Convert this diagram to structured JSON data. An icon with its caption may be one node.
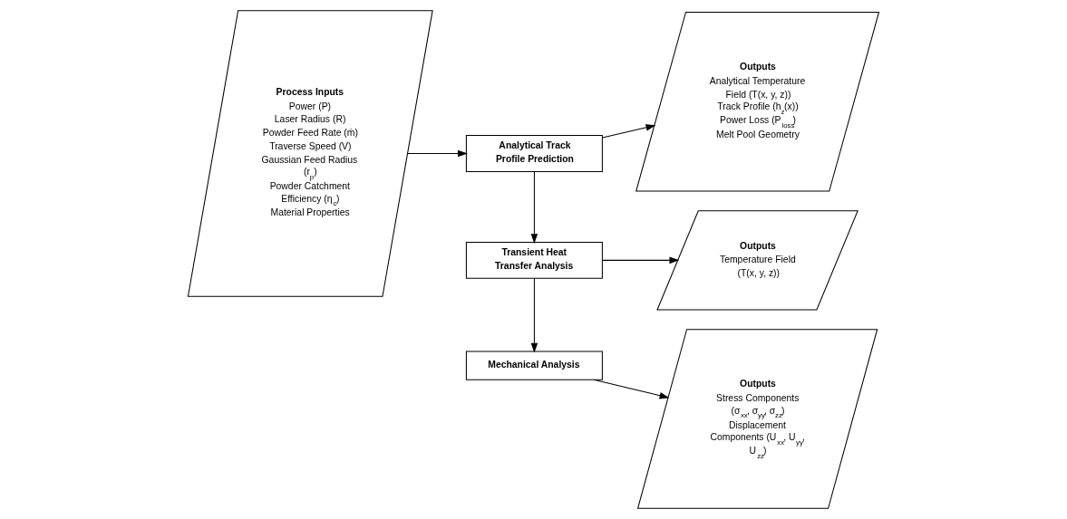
{
  "diagram": {
    "nodes": [
      {
        "text": [
          "Process Inputs",
          "Power (P)",
          "Laser Radius (R)",
          "Powder Feed Rate (ṁ)",
          "Traverse Speed (V)",
          "Gaussian Feed Radius (r$_{p}$)",
          "Powder Catchment Efficiency (η$_{c}$)",
          "Material Properties"
        ]
      },
      {
        "text": [
          "Analytical Track Profile Prediction"
        ]
      },
      {
        "text": [
          "Outputs",
          "Analytical Temperature Field (T(x, y, z))",
          "Track Profile (h$_{z}$(x))",
          "Power Loss (P$_{loss}$)",
          "Melt Pool Geometry"
        ]
      },
      {
        "text": [
          "Transient Heat Transfer Analysis"
        ]
      },
      {
        "text": [
          "Outputs",
          "Temperature Field (T(x, y, z))"
        ]
      },
      {
        "text": [
          "Mechanical Analysis"
        ]
      },
      {
        "text": [
          "Outputs",
          "Stress Components (σ$_{xx}$, σ$_{yy}$, σ$_{zz}$)",
          "Displacement Components (U$_{xx}$, U$_{yy}$, U$_{zz}$)"
        ]
      }
    ],
    "edges": [
      {
        "from": 0,
        "to": 1,
        "arrow": "to"
      },
      {
        "from": 1,
        "to": 2,
        "arrow": "to"
      },
      {
        "from": 1,
        "to": 3,
        "arrow": "to"
      },
      {
        "from": 3,
        "to": 4,
        "arrow": "to"
      },
      {
        "from": 3,
        "to": 5,
        "arrow": "to"
      },
      {
        "from": 5,
        "to": 6,
        "arrow": "to"
      }
    ]
  }
}
